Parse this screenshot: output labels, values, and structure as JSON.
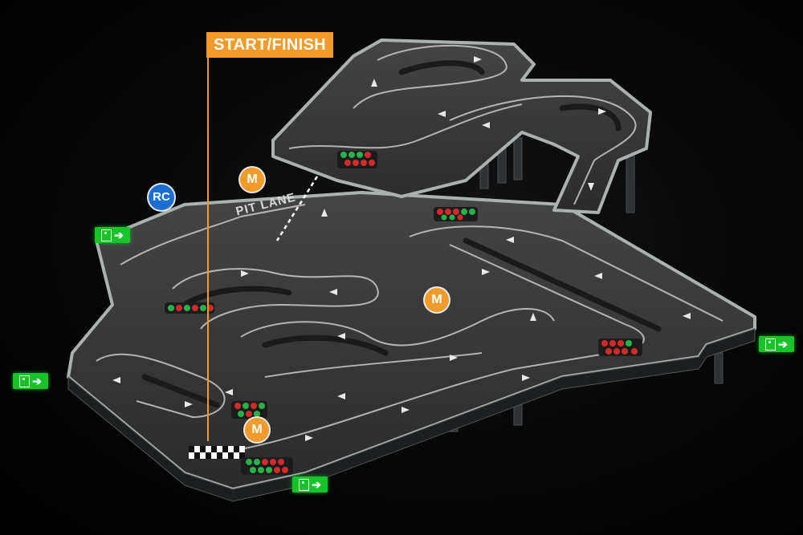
{
  "start_finish": {
    "label": "START/FINISH"
  },
  "pit_lane": {
    "label": "PIT LANE"
  },
  "race_control": {
    "label": "RC"
  },
  "marshal_posts": [
    {
      "label": "M"
    },
    {
      "label": "M"
    },
    {
      "label": "M"
    }
  ],
  "exits": [
    {
      "icon": "exit-person-icon",
      "arrow": "➔"
    },
    {
      "icon": "exit-person-icon",
      "arrow": "➔"
    },
    {
      "icon": "exit-person-icon",
      "arrow": "➔"
    },
    {
      "icon": "exit-person-icon",
      "arrow": "➔"
    }
  ],
  "colors": {
    "background": "#000000",
    "track_surface": "#3a3a3a",
    "track_edge": "#9aa0a0",
    "start_finish_accent": "#f29a2a",
    "marshal": "#f29a2a",
    "race_control": "#1c6fd1",
    "exit_sign": "#16c42a",
    "light_red": "#d42a2a",
    "light_green": "#27b34a"
  }
}
